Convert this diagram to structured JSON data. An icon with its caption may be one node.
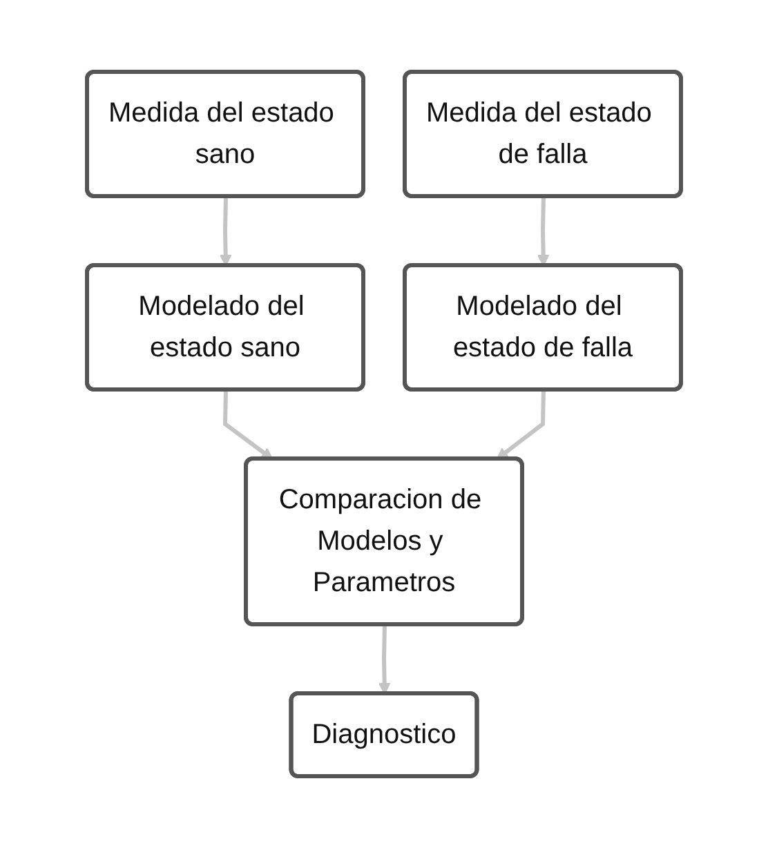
{
  "diagram": {
    "nodes": [
      {
        "text": [
          "Medida del estado sano"
        ]
      },
      {
        "text": [
          "Medida del estado de falla"
        ]
      },
      {
        "text": [
          "Modelado del estado sano"
        ]
      },
      {
        "text": [
          "Modelado del estado de falla"
        ]
      },
      {
        "text": [
          "Comparacion de Modelos y Parametros"
        ]
      },
      {
        "text": [
          "Diagnostico"
        ]
      }
    ],
    "edges": [
      {
        "from": 0,
        "to": 2,
        "arrow": "to"
      },
      {
        "from": 1,
        "to": 3,
        "arrow": "to"
      },
      {
        "from": 2,
        "to": 4,
        "arrow": "to"
      },
      {
        "from": 3,
        "to": 4,
        "arrow": "to"
      },
      {
        "from": 4,
        "to": 5,
        "arrow": "to"
      }
    ]
  }
}
